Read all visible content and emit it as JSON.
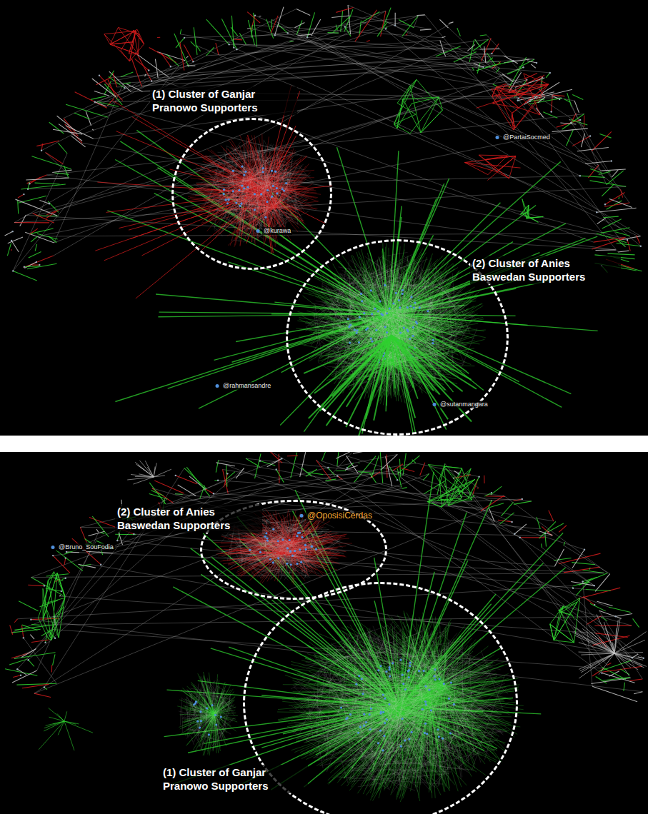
{
  "diagram": {
    "nodes": [
      {
        "text": [
          "(1) Cluster of Ganjar Pranowo Supporters"
        ]
      },
      {
        "text": [
          "(2) Cluster of Anies Baswedan Supporters"
        ]
      },
      {
        "text": [
          "(2) Cluster of Anies Baswedan Supporters"
        ]
      },
      {
        "text": [
          "(1) Cluster of Ganjar Pranowo Supporters"
        ]
      }
    ],
    "labels": [
      "@kurawa",
      "@rahmansandre",
      "@PartaiSocmed",
      "@sutanmangara",
      "@OposisiCerdas",
      "@Bruno_SouFodia"
    ]
  }
}
